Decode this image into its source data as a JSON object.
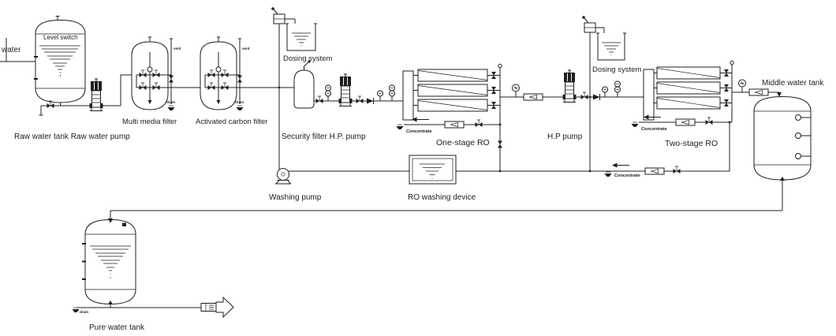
{
  "diagram": {
    "title_implicit": "RO water treatment process flow diagram",
    "colors": {
      "line": "#1f1f1f",
      "background": "#ffffff"
    },
    "labels": {
      "water_inlet": "water",
      "level_switch": "Level switch",
      "raw_water_caption": "Raw water tank Raw water pump",
      "multi_media_filter": "Multi media filter",
      "activated_carbon_filter": "Activated carbon filter",
      "dosing_system_1": "Dosing system",
      "dosing_system_2": "Dosing system",
      "security_filter_hp_pump": "Security filter H.P. pump",
      "one_stage_ro": "One-stage RO",
      "hp_pump_2": "H.P pump",
      "two_stage_ro": "Two-stage RO",
      "middle_water_tank": "Middle water tank",
      "washing_pump": "Washing pump",
      "ro_washing_device": "RO washing device",
      "pure_water_tank": "Pure water tank",
      "concentrate_1": "Concentrate",
      "concentrate_2": "Concentrate",
      "concentrate_3": "Concentrate",
      "vent_1": "vent",
      "vent_2": "vent",
      "drain_1": "drain",
      "drain_2": "drain",
      "drain_pure_tank": "drain"
    }
  }
}
